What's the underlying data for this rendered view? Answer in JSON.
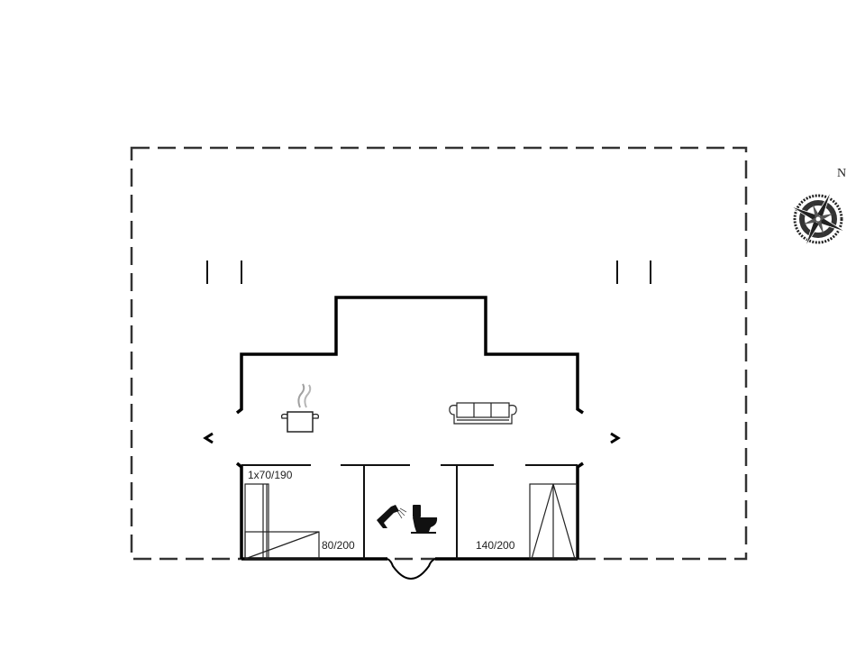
{
  "plan": {
    "type": "floor-plan",
    "colors": {
      "wall": "#000000",
      "outline_dashed": "#333333",
      "furniture": "#222222",
      "steam": "#9a9a9a",
      "background": "#ffffff"
    }
  },
  "compass": {
    "north_label": "N",
    "icon": "compass-rose-icon"
  },
  "rooms": [
    {
      "name": "bedroom-1",
      "bed_labels": [
        "1x70/190",
        "80/200"
      ]
    },
    {
      "name": "bathroom",
      "icons": [
        "shower-icon",
        "toilet-icon"
      ]
    },
    {
      "name": "bedroom-2",
      "bed_labels": [
        "140/200"
      ]
    },
    {
      "name": "kitchen-living",
      "icons": [
        "cooking-pot-icon",
        "sofa-icon"
      ]
    }
  ],
  "labels": {
    "bunk_bed": "1x70/190",
    "single_bed": "80/200",
    "double_bed": "140/200"
  }
}
